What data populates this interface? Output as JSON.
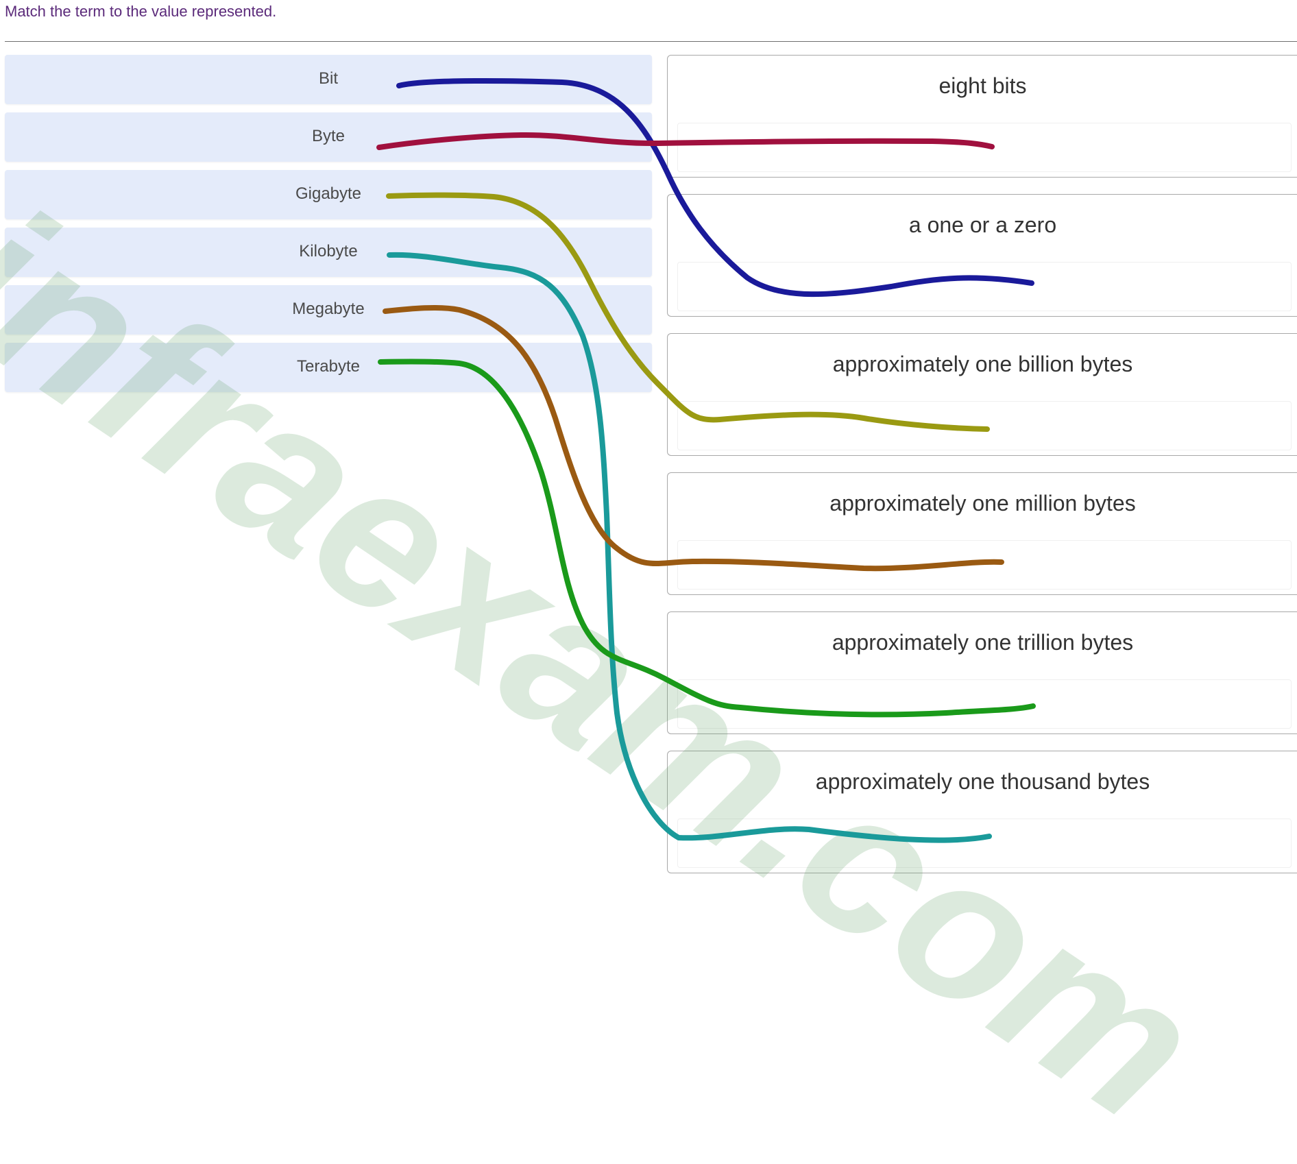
{
  "instruction": "Match the term to the value represented.",
  "terms": [
    "Bit",
    "Byte",
    "Gigabyte",
    "Kilobyte",
    "Megabyte",
    "Terabyte"
  ],
  "targets": [
    "eight bits",
    "a one or a zero",
    "approximately one billion bytes",
    "approximately one million bytes",
    "approximately one trillion bytes",
    "approximately one thousand bytes"
  ],
  "watermark": "infraexam.com",
  "colors": {
    "bit": "#1a1a9a",
    "byte": "#a0103e",
    "gigabyte": "#9a9a12",
    "kilobyte": "#1a9a9a",
    "megabyte": "#9a5a12",
    "terabyte": "#1a9a1a"
  }
}
